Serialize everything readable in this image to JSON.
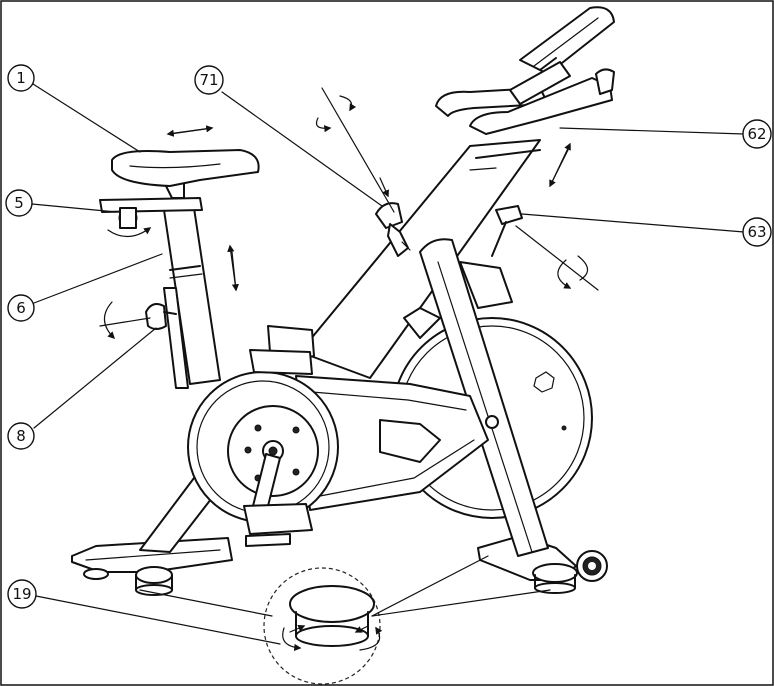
{
  "callouts": [
    {
      "id": "c1",
      "label": "1"
    },
    {
      "id": "c5",
      "label": "5"
    },
    {
      "id": "c6",
      "label": "6"
    },
    {
      "id": "c8",
      "label": "8"
    },
    {
      "id": "c19",
      "label": "19"
    },
    {
      "id": "c71",
      "label": "71"
    },
    {
      "id": "c62",
      "label": "62"
    },
    {
      "id": "c63",
      "label": "63"
    }
  ],
  "colors": {
    "line": "#111111",
    "background": "#ffffff"
  }
}
